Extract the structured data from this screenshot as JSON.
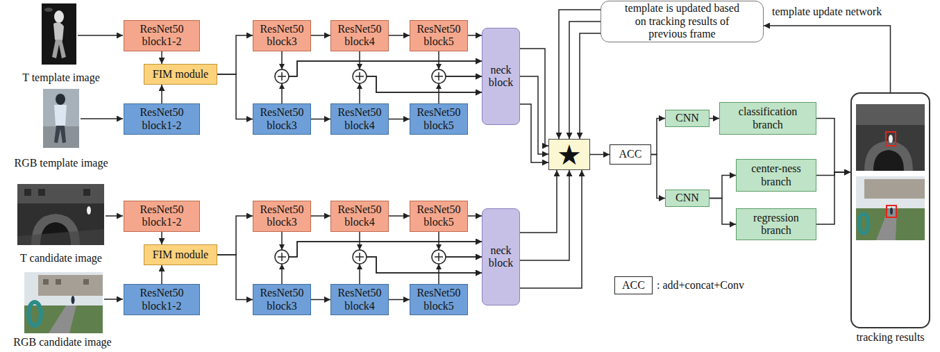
{
  "diagram": {
    "nodes": [
      {
        "text": [
          "ResNet50 block1-2"
        ]
      },
      {
        "text": [
          "FIM module"
        ]
      },
      {
        "text": [
          "ResNet50 block1-2"
        ]
      },
      {
        "text": [
          "ResNet50 block3"
        ]
      },
      {
        "text": [
          "ResNet50 block4"
        ]
      },
      {
        "text": [
          "ResNet50 block5"
        ]
      },
      {
        "text": [
          "ResNet50 block3"
        ]
      },
      {
        "text": [
          "ResNet50 block4"
        ]
      },
      {
        "text": [
          "ResNet50 block5"
        ]
      },
      {
        "text": [
          "neck block"
        ]
      },
      {
        "text": [
          "template is updated based on tracking results of previous frame"
        ]
      },
      {
        "text": [
          "★"
        ]
      },
      {
        "text": [
          "ACC"
        ]
      },
      {
        "text": [
          "CNN"
        ]
      },
      {
        "text": [
          "classification branch"
        ]
      },
      {
        "text": [
          "CNN"
        ]
      },
      {
        "text": [
          "center-ness branch"
        ]
      },
      {
        "text": [
          "regression branch"
        ]
      },
      {
        "text": [
          "tracking results"
        ]
      },
      {
        "text": [
          "ResNet50 block1-2"
        ]
      },
      {
        "text": [
          "FIM module"
        ]
      },
      {
        "text": [
          "ResNet50 block1-2"
        ]
      },
      {
        "text": [
          "ResNet50 block3"
        ]
      },
      {
        "text": [
          "ResNet50 block4"
        ]
      },
      {
        "text": [
          "ResNet50 block5"
        ]
      },
      {
        "text": [
          "ResNet50 block3"
        ]
      },
      {
        "text": [
          "ResNet50 block4"
        ]
      },
      {
        "text": [
          "ResNet50 block5"
        ]
      },
      {
        "text": [
          "neck block"
        ]
      },
      {
        "text": [
          "ACC"
        ]
      }
    ],
    "edges": [
      {
        "from": 0,
        "to": 1,
        "arrow": "to"
      },
      {
        "from": 2,
        "to": 1,
        "arrow": "to"
      },
      {
        "from": 1,
        "to": 3,
        "arrow": "to"
      },
      {
        "from": 1,
        "to": 6,
        "arrow": "to"
      },
      {
        "from": 3,
        "to": 4,
        "arrow": "to"
      },
      {
        "from": 4,
        "to": 5,
        "arrow": "to"
      },
      {
        "from": 6,
        "to": 7,
        "arrow": "to"
      },
      {
        "from": 7,
        "to": 8,
        "arrow": "to"
      },
      {
        "from": 3,
        "to": 9,
        "arrow": "to"
      },
      {
        "from": 6,
        "to": 9,
        "arrow": "to"
      },
      {
        "from": 4,
        "to": 9,
        "arrow": "to"
      },
      {
        "from": 7,
        "to": 9,
        "arrow": "to"
      },
      {
        "from": 5,
        "to": 9,
        "arrow": "to"
      },
      {
        "from": 8,
        "to": 9,
        "arrow": "to"
      },
      {
        "from": 5,
        "to": 9,
        "arrow": "to"
      },
      {
        "from": 9,
        "to": 11,
        "arrow": "to"
      },
      {
        "from": 9,
        "to": 11,
        "arrow": "to"
      },
      {
        "from": 9,
        "to": 11,
        "arrow": "to"
      },
      {
        "from": 10,
        "to": 11,
        "arrow": "to"
      },
      {
        "from": 10,
        "to": 11,
        "arrow": "to"
      },
      {
        "from": 10,
        "to": 11,
        "arrow": "to"
      },
      {
        "from": 11,
        "to": 12,
        "arrow": "to"
      },
      {
        "from": 12,
        "to": 13,
        "arrow": "to"
      },
      {
        "from": 12,
        "to": 15,
        "arrow": "to"
      },
      {
        "from": 13,
        "to": 14,
        "arrow": "to"
      },
      {
        "from": 15,
        "to": 16,
        "arrow": "to"
      },
      {
        "from": 15,
        "to": 17,
        "arrow": "to"
      },
      {
        "from": 14,
        "to": 18,
        "arrow": "to"
      },
      {
        "from": 16,
        "to": 18,
        "arrow": "to"
      },
      {
        "from": 17,
        "to": 18,
        "arrow": "to"
      },
      {
        "from": 18,
        "to": 10,
        "arrow": "to"
      },
      {
        "from": 19,
        "to": 20,
        "arrow": "to"
      },
      {
        "from": 21,
        "to": 20,
        "arrow": "to"
      },
      {
        "from": 20,
        "to": 22,
        "arrow": "to"
      },
      {
        "from": 20,
        "to": 25,
        "arrow": "to"
      },
      {
        "from": 22,
        "to": 23,
        "arrow": "to"
      },
      {
        "from": 23,
        "to": 24,
        "arrow": "to"
      },
      {
        "from": 25,
        "to": 26,
        "arrow": "to"
      },
      {
        "from": 26,
        "to": 27,
        "arrow": "to"
      },
      {
        "from": 22,
        "to": 28,
        "arrow": "to"
      },
      {
        "from": 25,
        "to": 28,
        "arrow": "to"
      },
      {
        "from": 23,
        "to": 28,
        "arrow": "to"
      },
      {
        "from": 26,
        "to": 28,
        "arrow": "to"
      },
      {
        "from": 24,
        "to": 28,
        "arrow": "to"
      },
      {
        "from": 27,
        "to": 28,
        "arrow": "to"
      },
      {
        "from": 24,
        "to": 28,
        "arrow": "to"
      },
      {
        "from": 28,
        "to": 11,
        "arrow": "to"
      },
      {
        "from": 28,
        "to": 11,
        "arrow": "to"
      },
      {
        "from": 28,
        "to": 11,
        "arrow": "to"
      }
    ],
    "labels": [
      "T template image",
      "RGB template image",
      "T candidate image",
      "RGB candidate image",
      "template update network",
      ": add+concat+Conv"
    ]
  }
}
